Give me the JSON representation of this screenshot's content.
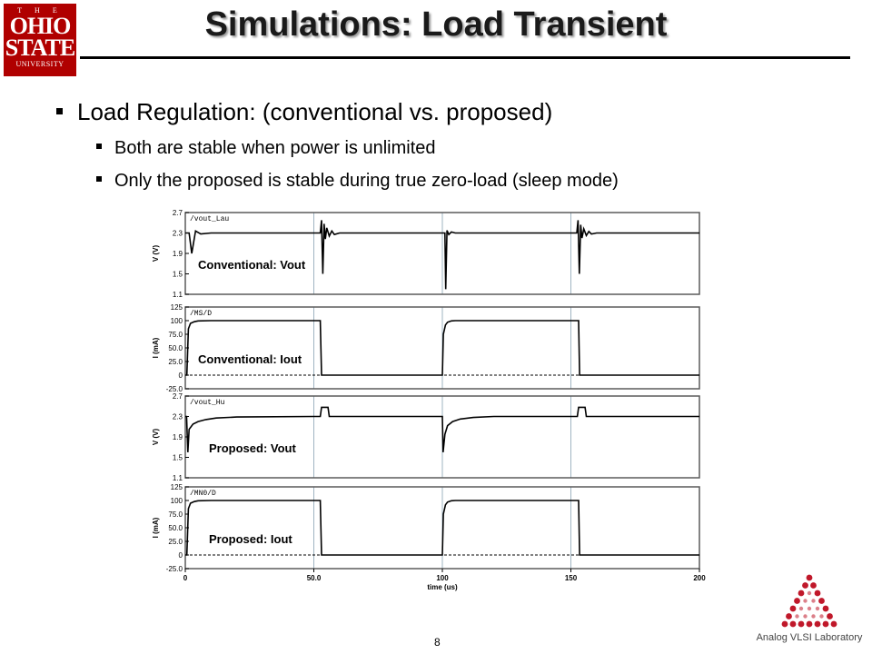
{
  "logo": {
    "line1": "T H E",
    "line2": "OHIO",
    "line3": "STATE",
    "line4": "UNIVERSITY"
  },
  "title": "Simulations:  Load Transient",
  "bullets": {
    "main": "Load Regulation: (conventional vs. proposed)",
    "sub1": "Both are stable when power is unlimited",
    "sub2": "Only the proposed is stable during true zero-load (sleep mode)"
  },
  "page_number": "8",
  "lab_name": "Analog VLSI Laboratory",
  "colors": {
    "logo_red": "#b00000",
    "plot_border": "#5a5a5a",
    "grid": "#9fb4c2",
    "trace": "#000000",
    "lab_red": "#c0182a"
  },
  "chart_data": {
    "type": "line",
    "xlabel": "time (us)",
    "xlim": [
      0,
      200
    ],
    "xticks": [
      "0",
      "50.0",
      "100",
      "150",
      "200"
    ],
    "xtick_values": [
      0,
      50,
      100,
      150,
      200
    ],
    "panels": [
      {
        "name": "conv-vout",
        "tag": "/vout_Lau",
        "label": "Conventional: Vout",
        "ylabel": "V (V)",
        "ylim": [
          1.1,
          2.7
        ],
        "yticks": [
          "2.7",
          "2.3",
          "1.9",
          "1.5",
          "1.1"
        ],
        "ytick_values": [
          2.7,
          2.3,
          1.9,
          1.5,
          1.1
        ],
        "x": [
          0,
          1.5,
          2.5,
          4,
          6,
          10,
          50,
          51,
          52.5,
          53,
          53.5,
          54,
          54.5,
          55,
          56,
          57,
          58,
          60,
          100,
          101,
          101.3,
          101.8,
          102.5,
          103.5,
          105,
          150,
          151,
          152.3,
          152.8,
          153.3,
          153.8,
          154.3,
          155,
          156,
          157,
          158,
          160,
          200
        ],
        "y": [
          2.3,
          2.3,
          1.9,
          2.34,
          2.28,
          2.3,
          2.3,
          2.3,
          2.3,
          2.55,
          1.5,
          2.48,
          2.18,
          2.4,
          2.24,
          2.34,
          2.27,
          2.3,
          2.3,
          2.3,
          1.2,
          2.35,
          2.27,
          2.32,
          2.3,
          2.3,
          2.3,
          2.3,
          2.55,
          1.5,
          2.46,
          2.2,
          2.38,
          2.25,
          2.33,
          2.28,
          2.3,
          2.3
        ]
      },
      {
        "name": "conv-iout",
        "tag": "/MS/D",
        "label": "Conventional: Iout",
        "ylabel": "I (mA)",
        "ylim": [
          -25,
          125
        ],
        "yticks": [
          "125",
          "100",
          "75.0",
          "50.0",
          "25.0",
          "0",
          "-25.0"
        ],
        "ytick_values": [
          125,
          100,
          75,
          50,
          25,
          0,
          -25
        ],
        "x": [
          0,
          0.6,
          1.2,
          2,
          3.5,
          5,
          10,
          52.5,
          53,
          100,
          100.4,
          101.2,
          102,
          103.5,
          105,
          150,
          153,
          153.4,
          200
        ],
        "y": [
          0,
          0,
          85,
          95,
          98,
          99.5,
          100,
          100,
          0,
          0,
          75,
          92,
          97,
          99.5,
          100,
          100,
          100,
          0,
          0
        ]
      },
      {
        "name": "prop-vout",
        "tag": "/vout_Hu",
        "label": "Proposed: Vout",
        "ylabel": "V (V)",
        "ylim": [
          1.1,
          2.7
        ],
        "yticks": [
          "2.7",
          "2.3",
          "1.9",
          "1.5",
          "1.1"
        ],
        "ytick_values": [
          2.7,
          2.3,
          1.9,
          1.5,
          1.1
        ],
        "x": [
          0,
          0.5,
          1,
          1.5,
          3,
          5,
          8,
          12,
          20,
          50,
          52.5,
          53,
          55.5,
          56,
          100,
          100.3,
          101,
          102,
          104,
          107,
          112,
          120,
          150,
          152.5,
          153,
          155.5,
          156,
          200
        ],
        "y": [
          2.3,
          2.3,
          1.6,
          2.05,
          2.15,
          2.2,
          2.24,
          2.27,
          2.29,
          2.3,
          2.3,
          2.48,
          2.48,
          2.3,
          2.3,
          1.6,
          1.95,
          2.12,
          2.2,
          2.25,
          2.28,
          2.3,
          2.3,
          2.3,
          2.48,
          2.48,
          2.3,
          2.3
        ]
      },
      {
        "name": "prop-iout",
        "tag": "/MN0/D",
        "label": "Proposed: Iout",
        "ylabel": "I (mA)",
        "ylim": [
          -25,
          125
        ],
        "yticks": [
          "125",
          "100",
          "75.0",
          "50.0",
          "25.0",
          "0",
          "-25.0"
        ],
        "ytick_values": [
          125,
          100,
          75,
          50,
          25,
          0,
          -25
        ],
        "x": [
          0,
          0.6,
          1.2,
          2,
          3.5,
          5,
          10,
          52.5,
          53,
          100,
          100.4,
          101.2,
          102,
          103.5,
          105,
          150,
          153,
          153.4,
          200
        ],
        "y": [
          0,
          0,
          85,
          95,
          98,
          99.5,
          100,
          100,
          0,
          0,
          75,
          92,
          97,
          99.5,
          100,
          100,
          100,
          0,
          0
        ]
      }
    ]
  }
}
